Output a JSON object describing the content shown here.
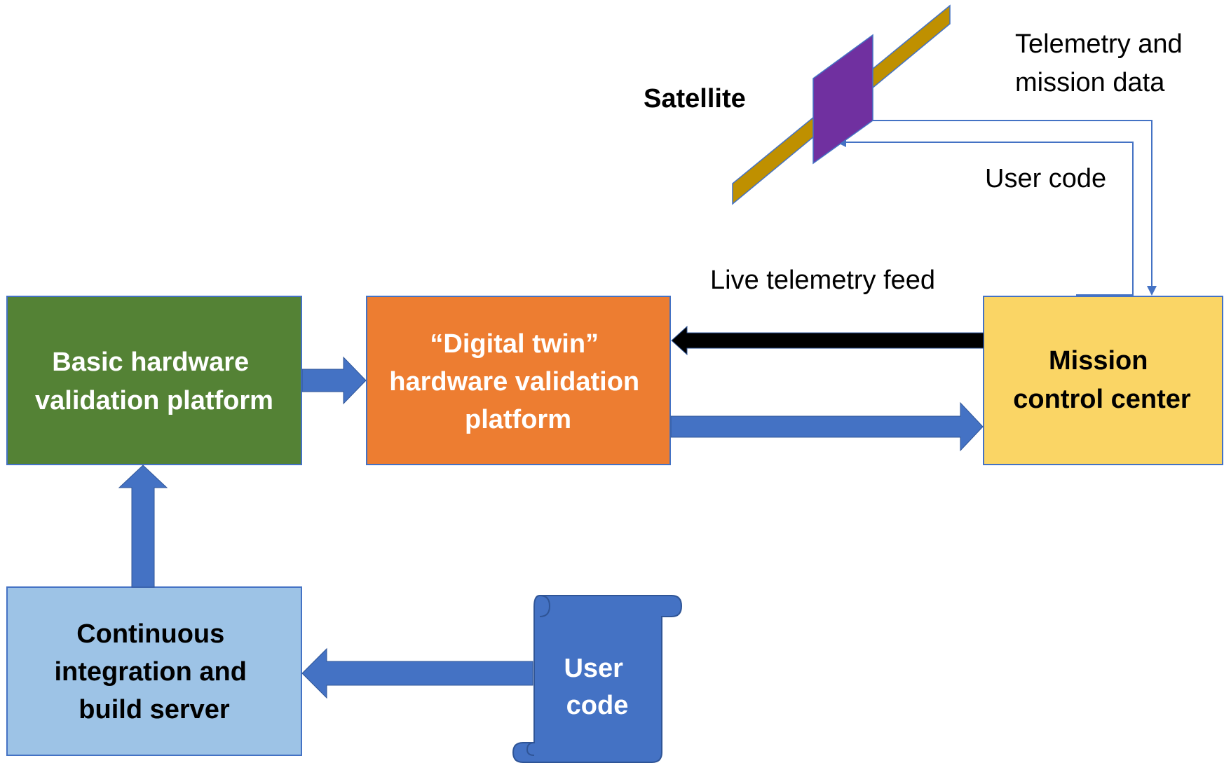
{
  "colors": {
    "basic_box": "#548235",
    "twin_box": "#ED7D31",
    "mission_box": "#FAD565",
    "ci_box": "#9DC3E6",
    "scroll": "#4472C4",
    "arrow_blue": "#4472C4",
    "arrow_black": "#000000",
    "box_border": "#4472C4",
    "satellite_body": "#7030A0",
    "satellite_panel": "#BF9000"
  },
  "icons": {
    "satellite": "satellite-icon",
    "user_code_document": "scroll-icon"
  },
  "nodes": {
    "basic": {
      "lines": [
        "Basic hardware",
        "validation platform"
      ]
    },
    "twin": {
      "lines": [
        "“Digital twin”",
        "hardware validation",
        "platform"
      ]
    },
    "mission": {
      "lines": [
        "Mission",
        "control center"
      ]
    },
    "ci": {
      "lines": [
        "Continuous",
        "integration and",
        "build server"
      ]
    },
    "user_code_doc": {
      "lines": [
        "User",
        "code"
      ]
    },
    "satellite": {
      "label": "Satellite"
    }
  },
  "edge_labels": {
    "telemetry_mission": [
      "Telemetry and",
      "mission data"
    ],
    "user_code_uplink": "User code",
    "live_telemetry": "Live telemetry feed"
  }
}
